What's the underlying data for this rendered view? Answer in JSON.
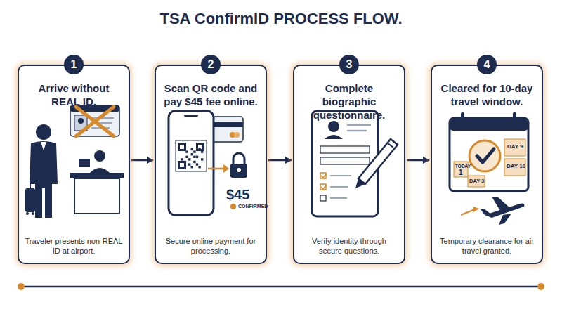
{
  "diagram": {
    "title": "TSA ConfirmID PROCESS FLOW.",
    "nodes": [
      {
        "text": [
          "Arrive without REAL ID.",
          "Traveler presents non-REAL ID at airport."
        ]
      },
      {
        "text": [
          "1"
        ],
        "in": 0
      },
      {
        "text": [
          "Scan QR code and pay $45 fee online.",
          "Secure online payment for processing."
        ]
      },
      {
        "text": [
          "2"
        ],
        "in": 2
      },
      {
        "text": [
          "Complete biographic questionnaire.",
          "Verify identity through secure questions."
        ]
      },
      {
        "text": [
          "3"
        ],
        "in": 4
      },
      {
        "text": [
          "Cleared for 10-day travel window.",
          "Temporary clearance for air travel granted."
        ]
      },
      {
        "text": [
          "4"
        ],
        "in": 6
      }
    ],
    "edges": [
      {
        "from": 0,
        "to": 2,
        "arrow": "to"
      },
      {
        "from": 2,
        "to": 4,
        "arrow": "to"
      },
      {
        "from": 4,
        "to": 6,
        "arrow": "to"
      }
    ],
    "labels": [
      "$45",
      "CONFIRMED",
      "TODAY",
      "1",
      "DAY 9",
      "DAY 10",
      "DAY 3"
    ]
  }
}
